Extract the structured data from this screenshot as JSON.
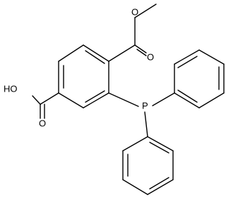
{
  "molecule": {
    "atom_labels": {
      "hydroxyl": "HO",
      "acid_carbonyl_oxygen": "O",
      "ester_carbonyl_oxygen": "O",
      "ester_oxygen": "O",
      "phosphorus": "P"
    }
  }
}
